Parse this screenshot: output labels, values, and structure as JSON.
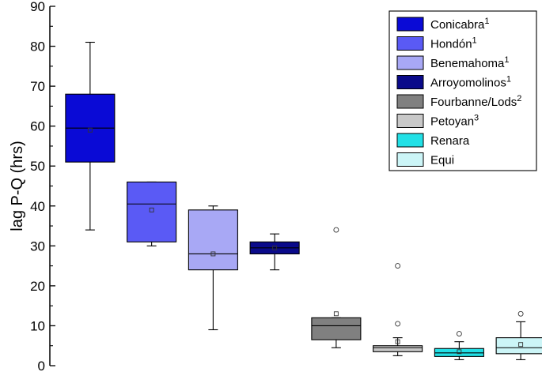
{
  "chart_data": {
    "type": "box",
    "ylabel": "lag P-Q (hrs)",
    "ylim": [
      0,
      90
    ],
    "yticks": [
      0,
      10,
      20,
      30,
      40,
      50,
      60,
      70,
      80,
      90
    ],
    "legend_position": "top-right",
    "series": [
      {
        "name": "Conicabra",
        "sup": "1",
        "color": "#0a0ad6",
        "min": 34,
        "q1": 51,
        "median": 59.5,
        "q3": 68,
        "max": 81,
        "mean": 59,
        "outliers": []
      },
      {
        "name": "Hondón",
        "sup": "1",
        "color": "#5a5af5",
        "min": 30,
        "q1": 31,
        "median": 40.5,
        "q3": 46,
        "max": 46,
        "mean": 39,
        "outliers": []
      },
      {
        "name": "Benemahoma",
        "sup": "1",
        "color": "#a8a8f5",
        "min": 9,
        "q1": 24,
        "median": 28,
        "q3": 39,
        "max": 40,
        "mean": 28,
        "outliers": []
      },
      {
        "name": "Arroyomolinos",
        "sup": "1",
        "color": "#0a0a8a",
        "min": 24,
        "q1": 28,
        "median": 29.5,
        "q3": 31,
        "max": 33,
        "mean": 29.5,
        "outliers": []
      },
      {
        "name": "Fourbanne/Lods",
        "sup": "2",
        "color": "#808080",
        "min": 4.5,
        "q1": 6.5,
        "median": 10,
        "q3": 12,
        "max": 12,
        "mean": 13,
        "outliers": [
          34
        ]
      },
      {
        "name": "Petoyan",
        "sup": "3",
        "color": "#c8c8c8",
        "min": 2.5,
        "q1": 3.5,
        "median": 4.5,
        "q3": 5,
        "max": 7,
        "mean": 6,
        "outliers": [
          10.5,
          25
        ]
      },
      {
        "name": "Renara",
        "sup": "",
        "color": "#22e0e6",
        "min": 1.5,
        "q1": 2.3,
        "median": 3.2,
        "q3": 4.3,
        "max": 6,
        "mean": 3.5,
        "outliers": [
          8
        ]
      },
      {
        "name": "Equi",
        "sup": "",
        "color": "#ccf5f7",
        "min": 1.5,
        "q1": 3,
        "median": 4.5,
        "q3": 7,
        "max": 11,
        "mean": 5.3,
        "outliers": [
          13
        ]
      }
    ]
  }
}
